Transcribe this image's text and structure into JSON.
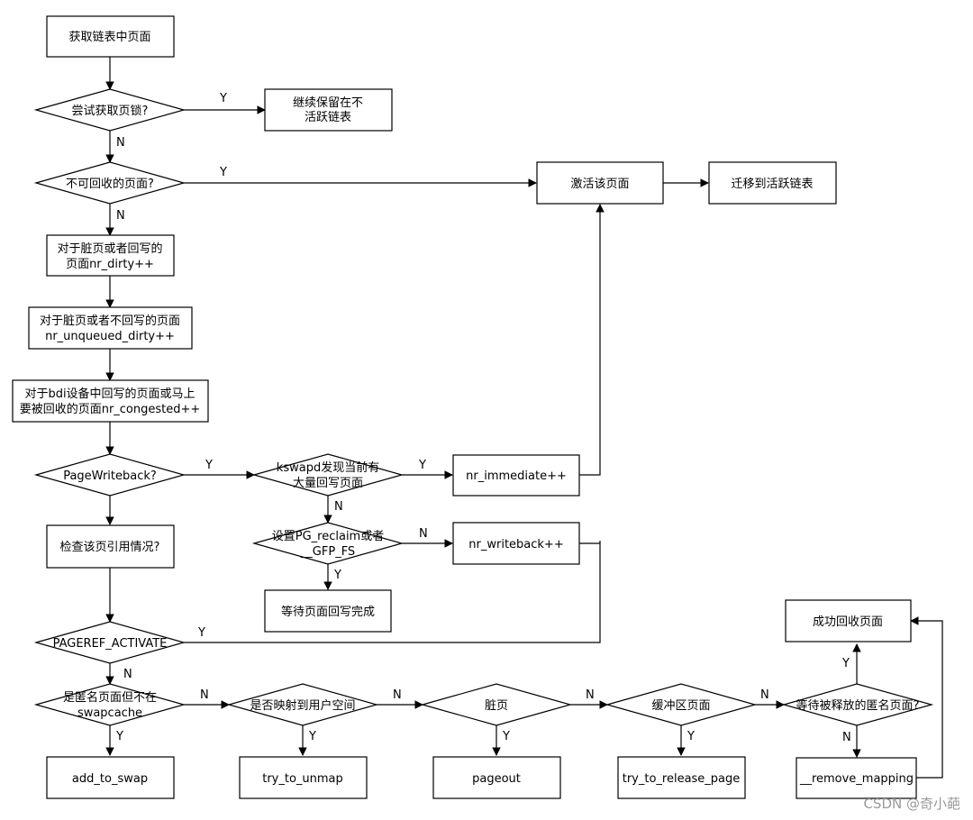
{
  "nodes": {
    "get_page": "获取链表中页面",
    "try_lock": "尝试获取页锁?",
    "keep_inactive_1": "继续保留在不",
    "keep_inactive_2": "活跃链表",
    "unevictable": "不可回收的页面?",
    "activate_page": "激活该页面",
    "move_active": "迁移到活跃链表",
    "dirty_1": "对于脏页或者回写的",
    "dirty_2": "页面nr_dirty++",
    "unqueued_1": "对于脏页或者不回写的页面",
    "unqueued_2": "nr_unqueued_dirty++",
    "congested_1": "对于bdi设备中回写的页面或马上",
    "congested_2": "要被回收的页面nr_congested++",
    "page_writeback": "PageWriteback?",
    "kswapd_1": "kswapd发现当前有",
    "kswapd_2": "大量回写页面",
    "nr_immediate": "nr_immediate++",
    "check_ref": "检查该页引用情况?",
    "reclaim_1": "设置PG_reclaim或者",
    "reclaim_2": "__GFP_FS",
    "nr_writeback": "nr_writeback++",
    "wait_writeback": "等待页面回写完成",
    "pageref_activate": "PAGEREF_ACTIVATE",
    "success_reclaim": "成功回收页面",
    "anon_1": "是匿名页面但不在",
    "anon_2": "swapcache",
    "mapped": "是否映射到用户空间",
    "dirty_page": "脏页",
    "buffer_page": "缓冲区页面",
    "wait_release": "等待被释放的匿名页面?",
    "add_to_swap": "add_to_swap",
    "try_to_unmap": "try_to_unmap",
    "pageout": "pageout",
    "try_to_release_page": "try_to_release_page",
    "remove_mapping": "__remove_mapping"
  },
  "edge_labels": {
    "yes": "Y",
    "no": "N"
  },
  "watermark": "CSDN @奇小葩"
}
